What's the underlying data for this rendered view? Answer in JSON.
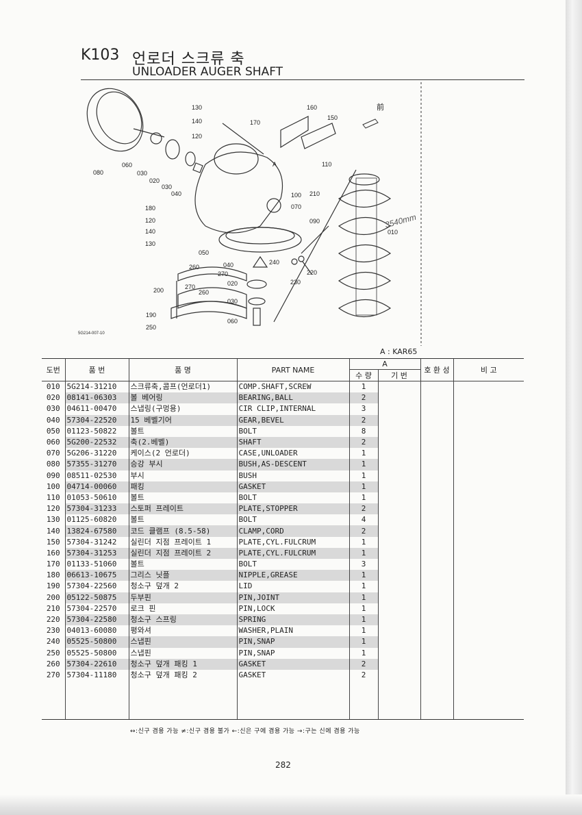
{
  "header": {
    "code": "K103",
    "title_ko": "언로더 스크류 축",
    "title_en": "UNLOADER AUGER SHAFT"
  },
  "diagram": {
    "callouts": [
      "130",
      "140",
      "120",
      "160",
      "170",
      "150",
      "110",
      "080",
      "060",
      "030",
      "020",
      "030",
      "040",
      "100",
      "210",
      "070",
      "090",
      "010",
      "180",
      "120",
      "140",
      "130",
      "050",
      "040",
      "260",
      "270",
      "240",
      "220",
      "200",
      "270",
      "260",
      "020",
      "230",
      "030",
      "190",
      "060",
      "250"
    ],
    "front_mark": "前",
    "section_mark": "A",
    "drawing_id": "5G214-007-10",
    "handwritten_note": "3540mm"
  },
  "note": "A : KAR65",
  "table": {
    "headers": {
      "ref": "도번",
      "part_no": "품 번",
      "part_name_ko": "품 명",
      "part_name_en": "PART NAME",
      "group_a": "A",
      "qty": "수 량",
      "machine_no": "기 번",
      "compat": "호 환 성",
      "remarks": "비 고"
    },
    "rows": [
      {
        "ref": "010",
        "no": "5G214-31210",
        "ko": "스크류축,콤프(언로더1)",
        "en": "COMP.SHAFT,SCREW",
        "qty": "1",
        "shade": false
      },
      {
        "ref": "020",
        "no": "08141-06303",
        "ko": "볼 베어링",
        "en": "BEARING,BALL",
        "qty": "2",
        "shade": true
      },
      {
        "ref": "030",
        "no": "04611-00470",
        "ko": "스냅링(구멍용)",
        "en": "CIR CLIP,INTERNAL",
        "qty": "3",
        "shade": false
      },
      {
        "ref": "040",
        "no": "57304-22520",
        "ko": "15 베벨기어",
        "en": "GEAR,BEVEL",
        "qty": "2",
        "shade": true
      },
      {
        "ref": "050",
        "no": "01123-50822",
        "ko": "볼트",
        "en": "BOLT",
        "qty": "8",
        "shade": false
      },
      {
        "ref": "060",
        "no": "5G200-22532",
        "ko": "축(2.베벨)",
        "en": "SHAFT",
        "qty": "2",
        "shade": true
      },
      {
        "ref": "070",
        "no": "5G206-31220",
        "ko": "케이스(2 언로더)",
        "en": "CASE,UNLOADER",
        "qty": "1",
        "shade": false
      },
      {
        "ref": "080",
        "no": "57355-31270",
        "ko": "승강 부시",
        "en": "BUSH,AS-DESCENT",
        "qty": "1",
        "shade": true
      },
      {
        "ref": "090",
        "no": "08511-02530",
        "ko": "부시",
        "en": "BUSH",
        "qty": "1",
        "shade": false
      },
      {
        "ref": "100",
        "no": "04714-00060",
        "ko": "패킹",
        "en": "GASKET",
        "qty": "1",
        "shade": true
      },
      {
        "ref": "110",
        "no": "01053-50610",
        "ko": "볼트",
        "en": "BOLT",
        "qty": "1",
        "shade": false
      },
      {
        "ref": "120",
        "no": "57304-31233",
        "ko": "스토퍼 프레이트",
        "en": "PLATE,STOPPER",
        "qty": "2",
        "shade": true
      },
      {
        "ref": "130",
        "no": "01125-60820",
        "ko": "볼트",
        "en": "BOLT",
        "qty": "4",
        "shade": false
      },
      {
        "ref": "140",
        "no": "13824-67580",
        "ko": "코드 클램프 (8.5-58)",
        "en": "CLAMP,CORD",
        "qty": "2",
        "shade": true
      },
      {
        "ref": "150",
        "no": "57304-31242",
        "ko": "실린더 지점 프레이트 1",
        "en": "PLATE,CYL.FULCRUM",
        "qty": "1",
        "shade": false
      },
      {
        "ref": "160",
        "no": "57304-31253",
        "ko": "실린더 지점 프레이트 2",
        "en": "PLATE,CYL.FULCRUM",
        "qty": "1",
        "shade": true
      },
      {
        "ref": "170",
        "no": "01133-51060",
        "ko": "볼트",
        "en": "BOLT",
        "qty": "3",
        "shade": false
      },
      {
        "ref": "180",
        "no": "06613-10675",
        "ko": "그리스 닛플",
        "en": "NIPPLE,GREASE",
        "qty": "1",
        "shade": true
      },
      {
        "ref": "190",
        "no": "57304-22560",
        "ko": "청소구 덮개 2",
        "en": "LID",
        "qty": "1",
        "shade": false
      },
      {
        "ref": "200",
        "no": "05122-50875",
        "ko": "두부핀",
        "en": "PIN,JOINT",
        "qty": "1",
        "shade": true
      },
      {
        "ref": "210",
        "no": "57304-22570",
        "ko": "로크 핀",
        "en": "PIN,LOCK",
        "qty": "1",
        "shade": false
      },
      {
        "ref": "220",
        "no": "57304-22580",
        "ko": "청소구 스프링",
        "en": "SPRING",
        "qty": "1",
        "shade": true
      },
      {
        "ref": "230",
        "no": "04013-60080",
        "ko": "평와셔",
        "en": "WASHER,PLAIN",
        "qty": "1",
        "shade": false
      },
      {
        "ref": "240",
        "no": "05525-50800",
        "ko": "스냅핀",
        "en": "PIN,SNAP",
        "qty": "1",
        "shade": true
      },
      {
        "ref": "250",
        "no": "05525-50800",
        "ko": "스냅핀",
        "en": "PIN,SNAP",
        "qty": "1",
        "shade": false
      },
      {
        "ref": "260",
        "no": "57304-22610",
        "ko": "청소구 덮개 패킹 1",
        "en": "GASKET",
        "qty": "2",
        "shade": true
      },
      {
        "ref": "270",
        "no": "57304-11180",
        "ko": "청소구 덮개 패킹 2",
        "en": "GASKET",
        "qty": "2",
        "shade": false
      }
    ]
  },
  "legend": "↔:신구 겸용 가능   ≠:신구 겸용 불가   ←:신은 구에 겸용 가능   →:구는 신에 겸용 가능",
  "page_number": "282"
}
